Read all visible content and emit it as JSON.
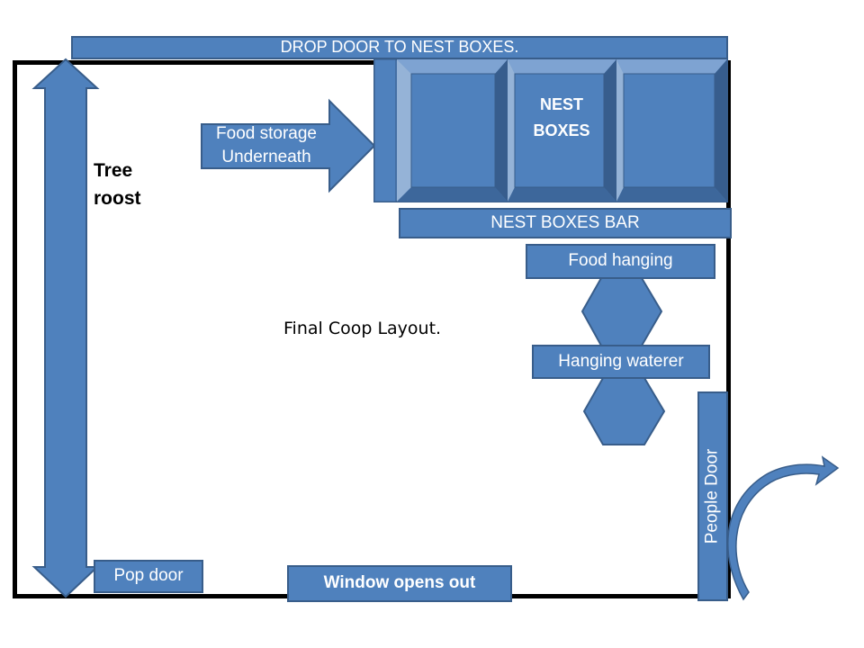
{
  "diagram": {
    "title": "Final Coop Layout.",
    "labels": {
      "drop_door": "DROP DOOR TO NEST BOXES.",
      "food_storage_line1": "Food storage",
      "food_storage_line2": "Underneath",
      "tree_roost_line1": "Tree",
      "tree_roost_line2": "roost",
      "nest_boxes_line1": "NEST",
      "nest_boxes_line2": "BOXES",
      "nest_boxes_bar": "NEST BOXES BAR",
      "food_hanging": "Food hanging",
      "hanging_waterer": "Hanging waterer",
      "people_door": "People Door",
      "pop_door": "Pop door",
      "window": "Window opens out"
    },
    "colors": {
      "fill": "#4f81bd",
      "stroke": "#385d8a",
      "wall": "#000000",
      "text_light": "#ffffff",
      "text_dark": "#000000"
    }
  }
}
